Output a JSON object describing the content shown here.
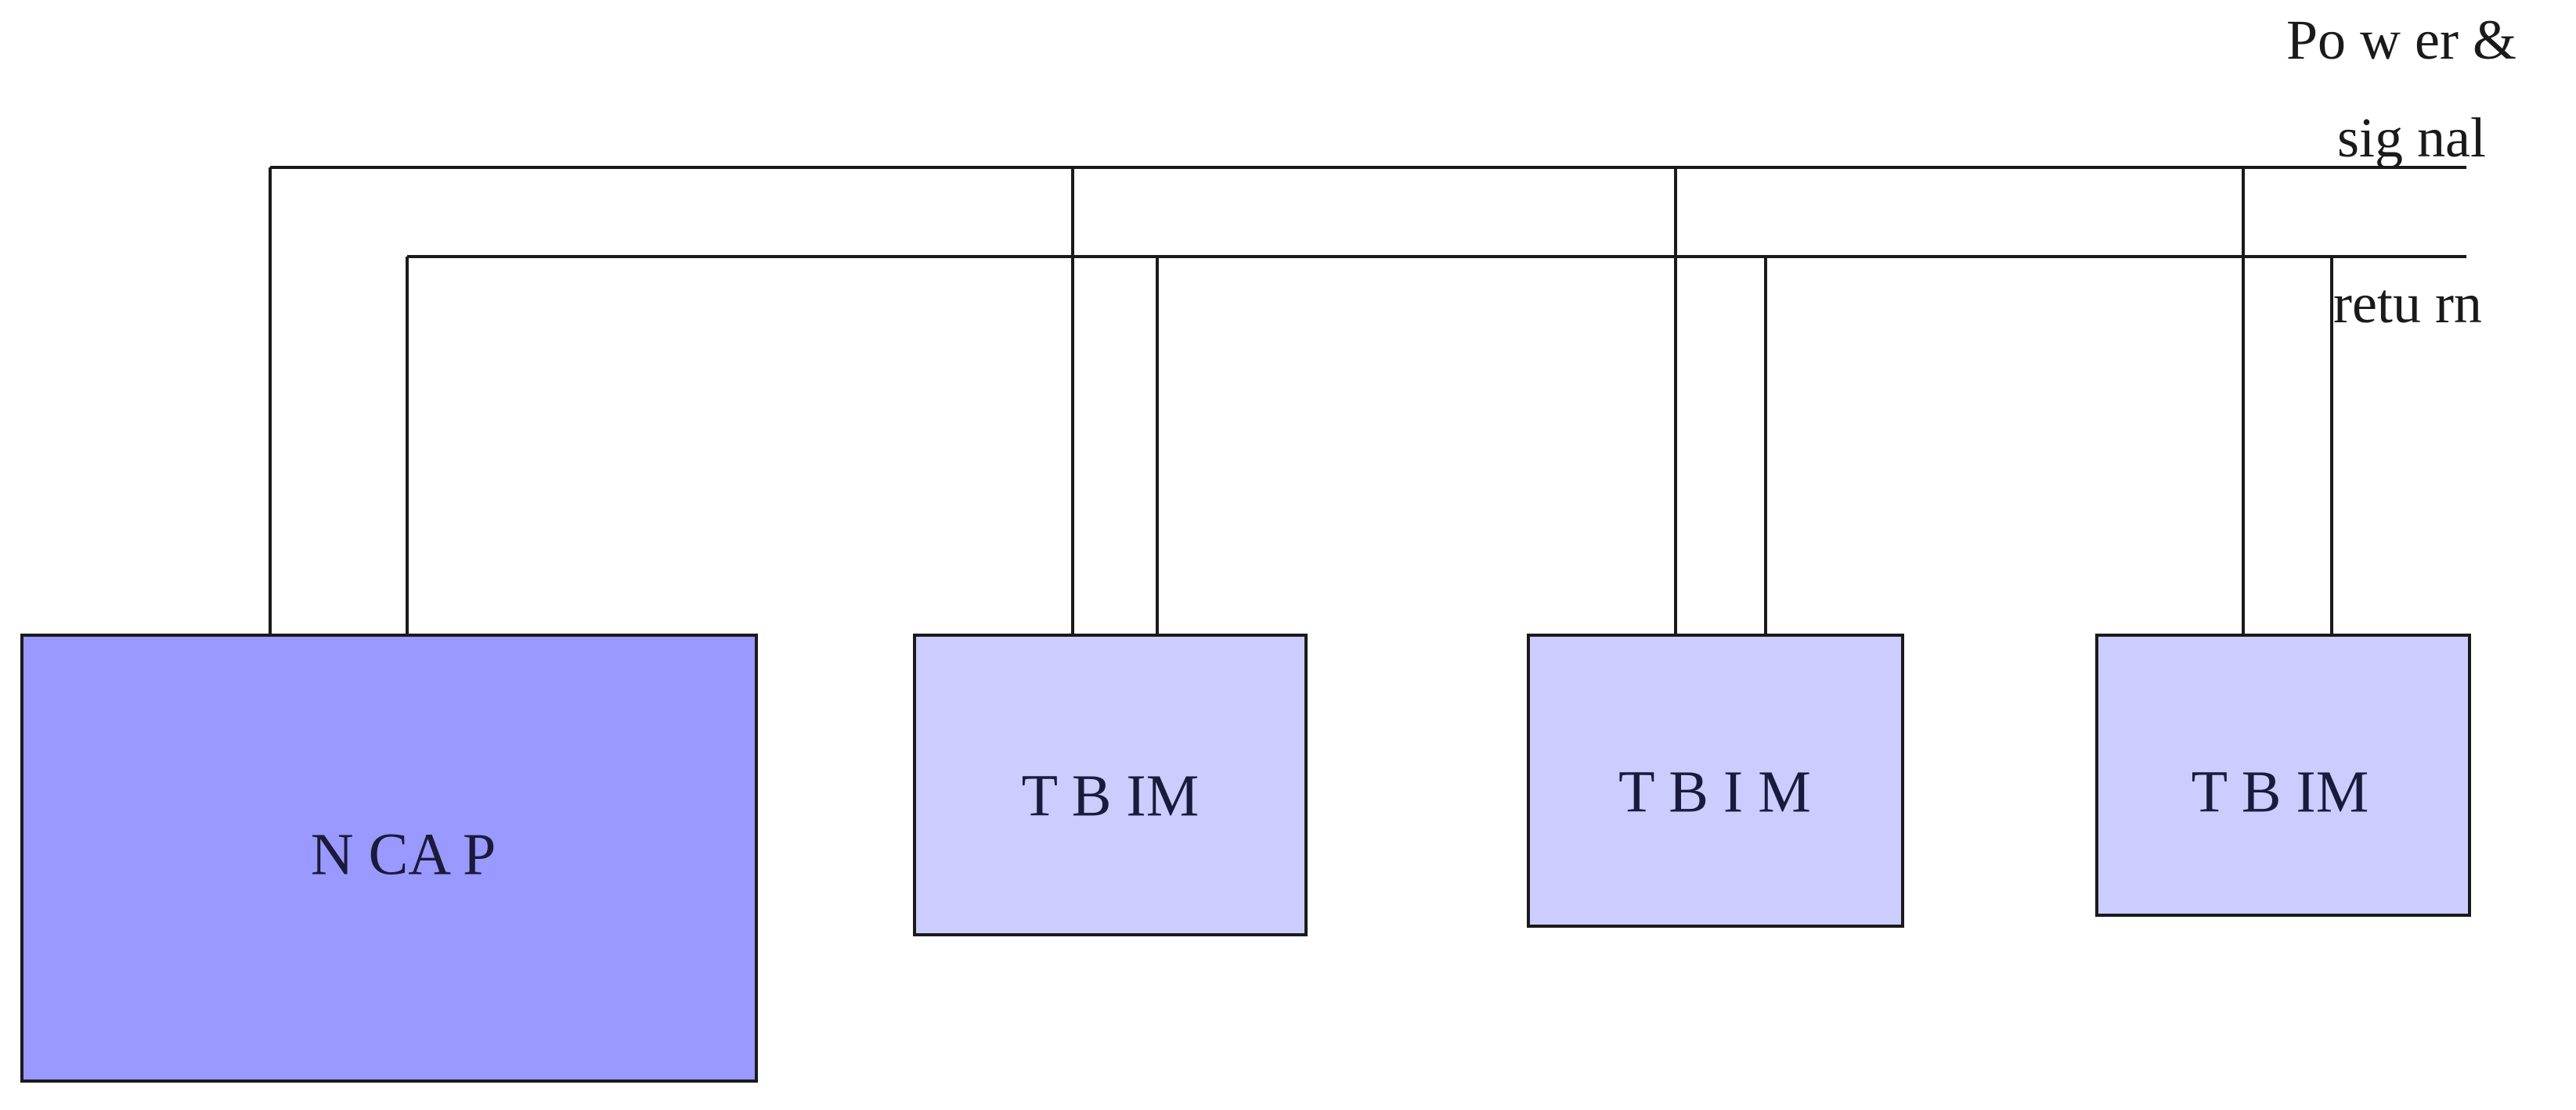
{
  "diagram": {
    "labels": {
      "power_line1": "Po w er &",
      "power_line2": "sig nal",
      "return": "retu rn"
    },
    "ncap": {
      "label": "N CA P",
      "fill": "#9999ff"
    },
    "tbims": [
      {
        "label": "T B IM",
        "fill": "#ccccff"
      },
      {
        "label": "T B I M",
        "fill": "#ccccff"
      },
      {
        "label": "T B IM",
        "fill": "#ccccff"
      }
    ],
    "colors": {
      "line": "#1a1a1a",
      "text": "#1a1a3a"
    }
  }
}
